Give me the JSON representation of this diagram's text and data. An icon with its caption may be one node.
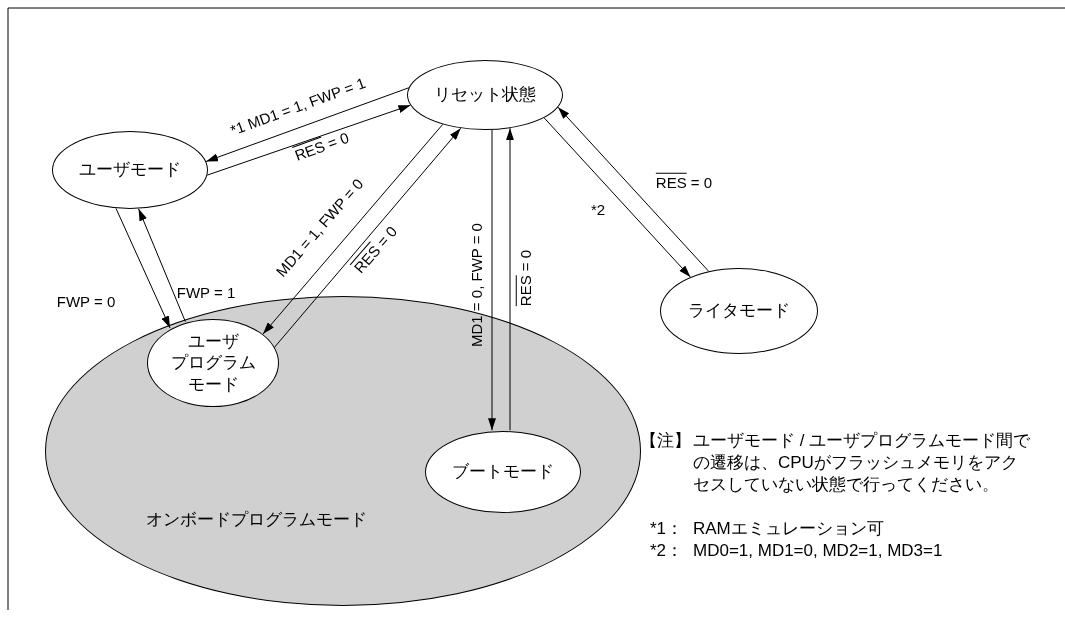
{
  "diagram": {
    "nodes": [
      {
        "text": [
          "リセット状態"
        ]
      },
      {
        "text": [
          "ユーザモード"
        ]
      },
      {
        "text": [
          "オンボードプログラムモード"
        ]
      },
      {
        "text": [
          "ユーザプログラムモード"
        ],
        "in": 2
      },
      {
        "text": [
          "ブートモード"
        ],
        "in": 2
      },
      {
        "text": [
          "ライタモード"
        ]
      }
    ],
    "edges": [
      {
        "from": 0,
        "to": 1,
        "arrow": "to",
        "label": "*1 MD1 = 1, FWP = 1"
      },
      {
        "from": 1,
        "to": 0,
        "arrow": "to",
        "label": "RES = 0"
      },
      {
        "from": 1,
        "to": 3,
        "arrow": "to",
        "label": "FWP = 0"
      },
      {
        "from": 3,
        "to": 1,
        "arrow": "to",
        "label": "FWP = 1"
      },
      {
        "from": 0,
        "to": 3,
        "arrow": "to",
        "label": "MD1 = 1, FWP = 0"
      },
      {
        "from": 3,
        "to": 0,
        "arrow": "to",
        "label": "RES = 0"
      },
      {
        "from": 0,
        "to": 4,
        "arrow": "to",
        "label": "MD1 = 0, FWP = 0"
      },
      {
        "from": 4,
        "to": 0,
        "arrow": "to",
        "label": "RES = 0"
      },
      {
        "from": 0,
        "to": 5,
        "arrow": "to",
        "label": "*2"
      },
      {
        "from": 5,
        "to": 0,
        "arrow": "to",
        "label": "RES = 0"
      }
    ],
    "labels": [
      "【注】",
      "ユーザモード / ユーザプログラムモード間での遷移は、CPUがフラッシュメモリをアクセスしていない状態で行ってください。",
      "*1：",
      "RAMエミュレーション可",
      "*2：",
      "MD0=1, MD1=0, MD2=1, MD3=1"
    ]
  }
}
